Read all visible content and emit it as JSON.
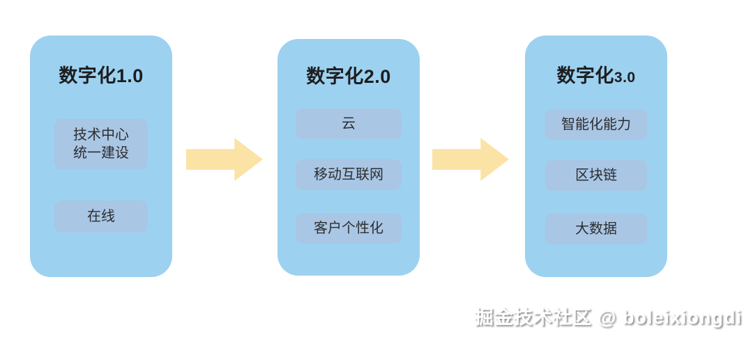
{
  "diagram": {
    "stages": [
      {
        "title_prefix": "数字化",
        "title_version": "1.0",
        "items": [
          "技术中心\n统一建设",
          "在线"
        ]
      },
      {
        "title_prefix": "数字化",
        "title_version": "2.0",
        "items": [
          "云",
          "移动互联网",
          "客户个性化"
        ]
      },
      {
        "title_prefix": "数字化",
        "title_version": "3.0",
        "items": [
          "智能化能力",
          "区块链",
          "大数据"
        ]
      }
    ]
  },
  "watermark": {
    "text": "掘金技术社区 @ boleixiongdi"
  },
  "colors": {
    "panel_background": "#9dd1f0",
    "inner_box_background": "#a9c6e5",
    "arrow": "#fbe3a6",
    "title_text": "#1d1d1f",
    "box_text": "#2e2e2e",
    "watermark_text": "#ffffff"
  }
}
